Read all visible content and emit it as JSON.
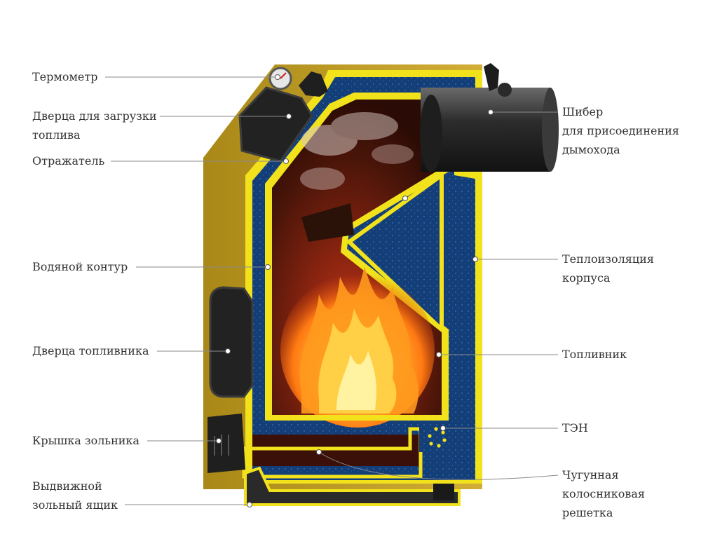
{
  "labels": {
    "thermometer": "Термометр",
    "loading_door": [
      "Дверца для загрузки",
      "топлива"
    ],
    "reflector": "Отражатель",
    "water_jacket": "Водяной контур",
    "fuel_door": "Дверца топливника",
    "ash_cover": "Крышка зольника",
    "ash_drawer": [
      "Выдвижной",
      "зольный ящик"
    ],
    "damper": [
      "Шибер",
      "для присоединения",
      "дымохода"
    ],
    "insulation": [
      "Теплоизоляция",
      "корпуса"
    ],
    "firebox": "Топливник",
    "heater": "ТЭН",
    "grate": [
      "Чугунная",
      "колосниковая",
      "решетка"
    ]
  },
  "colors": {
    "body_gold": "#c9a530",
    "body_gold_dark": "#9c7d1c",
    "frame_yellow": "#f2e21c",
    "insulation_blue": "#143e78",
    "interior_dark": "#3a1008",
    "fire_orange": "#ff8c1a",
    "leader_line": "#8a8a8a"
  }
}
